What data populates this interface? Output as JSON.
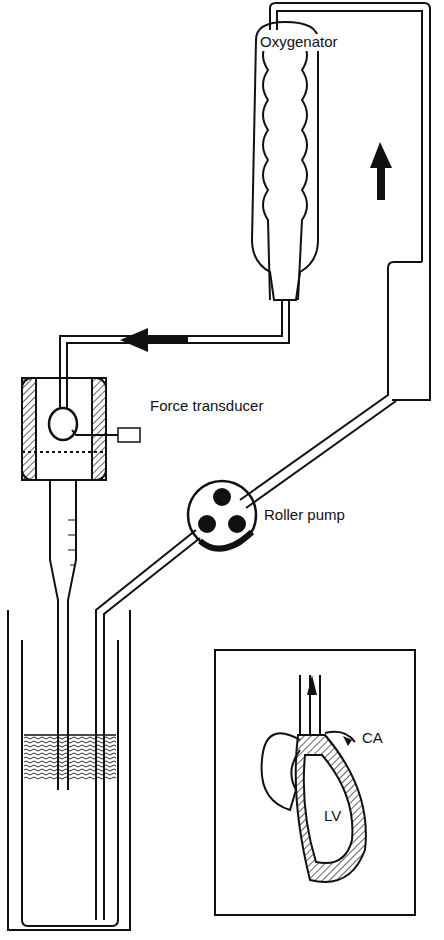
{
  "diagram": {
    "labels": [
      "Oxygenator",
      "Force transducer",
      "Roller pump",
      "CA",
      "LV"
    ]
  }
}
